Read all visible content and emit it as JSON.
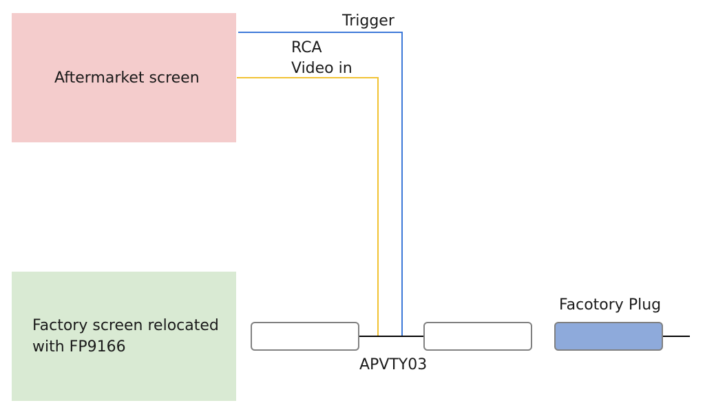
{
  "boxes": {
    "aftermarket_screen": "Aftermarket screen",
    "factory_screen": "Factory screen relocated\nwith FP9166"
  },
  "labels": {
    "trigger": "Trigger",
    "rca_video": "RCA\nVideo in",
    "apvty03": "APVTY03",
    "factory_plug": "Facotory Plug"
  },
  "colors": {
    "aftermarket_fill": "#f4cccc",
    "factory_fill": "#d9ead3",
    "factory_plug_fill": "#8eaadb",
    "trigger_wire": "#3c78d8",
    "video_wire": "#f1c232",
    "harness_wire": "#000000"
  }
}
